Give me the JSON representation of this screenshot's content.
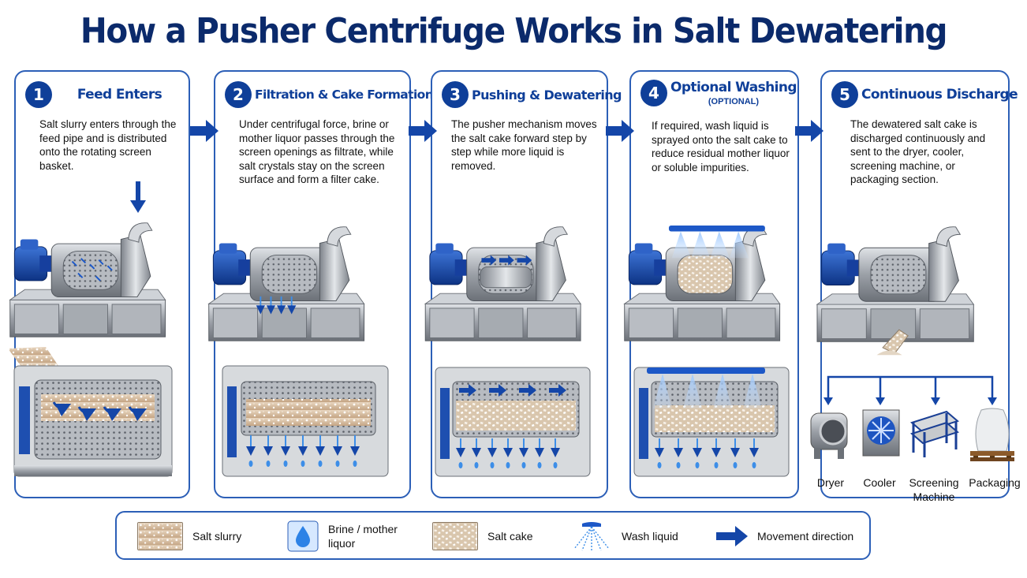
{
  "title": "How a Pusher Centrifuge Works in Salt Dewatering",
  "steps": [
    {
      "number": "1",
      "title": "Feed Enters",
      "subtitle": "",
      "description": "Salt slurry enters through the feed pipe and is distributed onto the rotating screen basket."
    },
    {
      "number": "2",
      "title": "Filtration & Cake Formation",
      "subtitle": "",
      "description": "Under centrifugal force, brine or mother liquor passes through the screen openings as filtrate, while salt crystals stay on the screen surface and form a filter cake."
    },
    {
      "number": "3",
      "title": "Pushing & Dewatering",
      "subtitle": "",
      "description": "The pusher mechanism moves the salt cake forward step by step while more liquid is removed."
    },
    {
      "number": "4",
      "title": "Optional Washing",
      "subtitle": "(OPTIONAL)",
      "description": "If required, wash liquid is sprayed onto the salt cake to reduce residual mother liquor or soluble impurities."
    },
    {
      "number": "5",
      "title": "Continuous Discharge",
      "subtitle": "",
      "description": "The dewatered salt cake is discharged continuously and sent to the dryer, cooler, screening machine, or packaging section."
    }
  ],
  "destinations": [
    {
      "label": "Dryer",
      "icon": "dryer-icon"
    },
    {
      "label": "Cooler",
      "icon": "cooler-icon"
    },
    {
      "label": "Screening Machine",
      "icon": "screening-machine-icon"
    },
    {
      "label": "Packaging",
      "icon": "packaging-bag-icon"
    }
  ],
  "legend": [
    {
      "label": "Salt slurry",
      "icon": "salt-slurry-swatch"
    },
    {
      "label": "Brine / mother liquor",
      "icon": "droplet-icon"
    },
    {
      "label": "Salt cake",
      "icon": "salt-cake-swatch"
    },
    {
      "label": "Wash liquid",
      "icon": "spray-nozzle-icon"
    },
    {
      "label": "Movement direction",
      "icon": "arrow-right-icon"
    }
  ],
  "colors": {
    "title": "#0b2a6b",
    "accent": "#0f3f99",
    "border": "#2c5fb7",
    "liquid": "#3d8ee8",
    "slurry": "#d8c2a8",
    "steel": "#a9adb3"
  }
}
